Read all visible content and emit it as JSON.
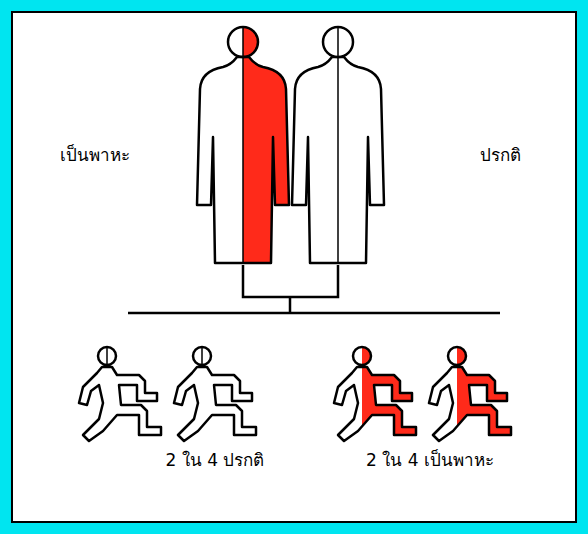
{
  "diagram": {
    "labels": [
      "เป็นพาหะ",
      "ปรกติ",
      "2 ใน 4 ปรกติ",
      "2 ใน 4 เป็นพาหะ"
    ]
  }
}
